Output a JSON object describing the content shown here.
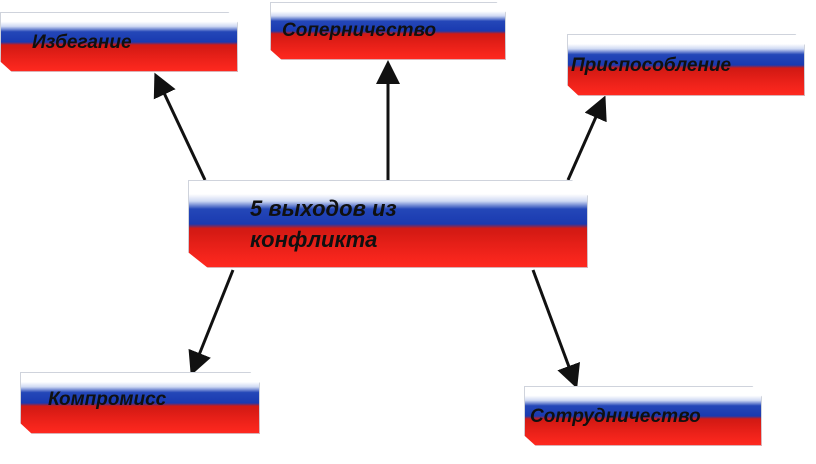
{
  "center": {
    "line1": "5 выходов  из",
    "line2": "конфликта"
  },
  "outcomes": {
    "avoidance": "Избегание",
    "rivalry": "Соперничество",
    "adaptation": "Приспособление",
    "compromise": "Компромисс",
    "cooperation": "Сотрудничество"
  },
  "colors": {
    "white": "#ffffff",
    "blue": "#1a3ab0",
    "red": "#ff1f16",
    "arrow": "#111111"
  }
}
